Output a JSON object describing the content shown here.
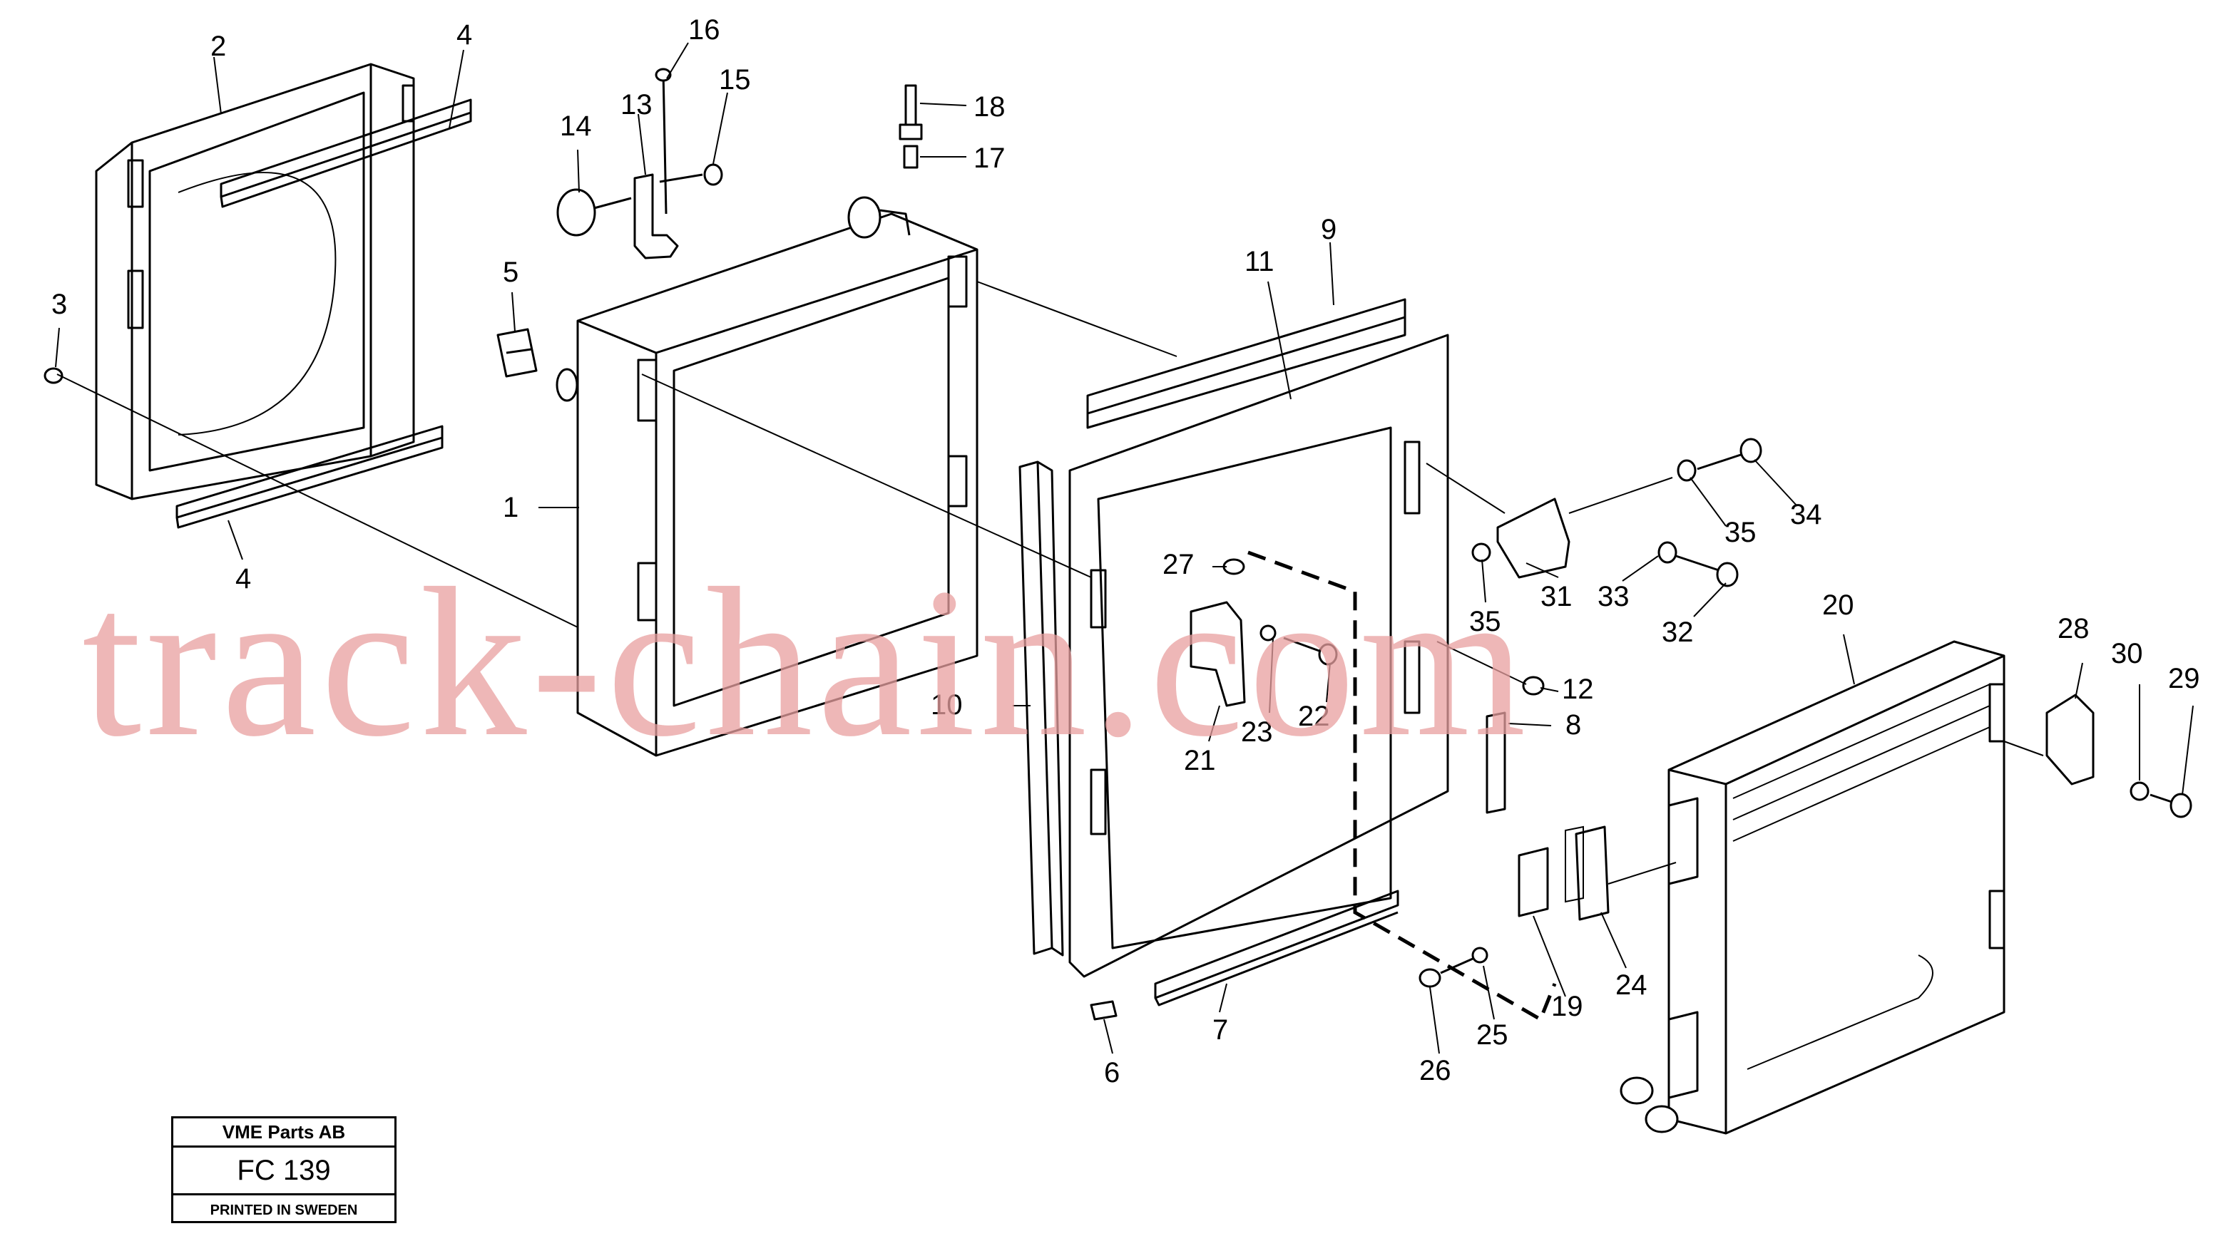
{
  "diagram": {
    "callouts": [
      {
        "id": "c2",
        "text": "2"
      },
      {
        "id": "c4a",
        "text": "4"
      },
      {
        "id": "c16",
        "text": "16"
      },
      {
        "id": "c13",
        "text": "13"
      },
      {
        "id": "c15",
        "text": "15"
      },
      {
        "id": "c14",
        "text": "14"
      },
      {
        "id": "c18",
        "text": "18"
      },
      {
        "id": "c17",
        "text": "17"
      },
      {
        "id": "c9",
        "text": "9"
      },
      {
        "id": "c11",
        "text": "11"
      },
      {
        "id": "c3",
        "text": "3"
      },
      {
        "id": "c5",
        "text": "5"
      },
      {
        "id": "c1",
        "text": "1"
      },
      {
        "id": "c4b",
        "text": "4"
      },
      {
        "id": "c35a",
        "text": "35"
      },
      {
        "id": "c34",
        "text": "34"
      },
      {
        "id": "c27",
        "text": "27"
      },
      {
        "id": "c35b",
        "text": "35"
      },
      {
        "id": "c31",
        "text": "31"
      },
      {
        "id": "c33",
        "text": "33"
      },
      {
        "id": "c32",
        "text": "32"
      },
      {
        "id": "c20",
        "text": "20"
      },
      {
        "id": "c12",
        "text": "12"
      },
      {
        "id": "c10",
        "text": "10"
      },
      {
        "id": "c23",
        "text": "23"
      },
      {
        "id": "c22",
        "text": "22"
      },
      {
        "id": "c8",
        "text": "8"
      },
      {
        "id": "c21",
        "text": "21"
      },
      {
        "id": "c28",
        "text": "28"
      },
      {
        "id": "c30",
        "text": "30"
      },
      {
        "id": "c29",
        "text": "29"
      },
      {
        "id": "c24",
        "text": "24"
      },
      {
        "id": "c19",
        "text": "19"
      },
      {
        "id": "c7",
        "text": "7"
      },
      {
        "id": "c25",
        "text": "25"
      },
      {
        "id": "c26",
        "text": "26"
      },
      {
        "id": "c6",
        "text": "6"
      }
    ]
  },
  "title_block": {
    "company": "VME Parts AB",
    "figure_code": "FC 139",
    "printed": "PRINTED IN SWEDEN"
  },
  "watermark": "track-chain.com"
}
